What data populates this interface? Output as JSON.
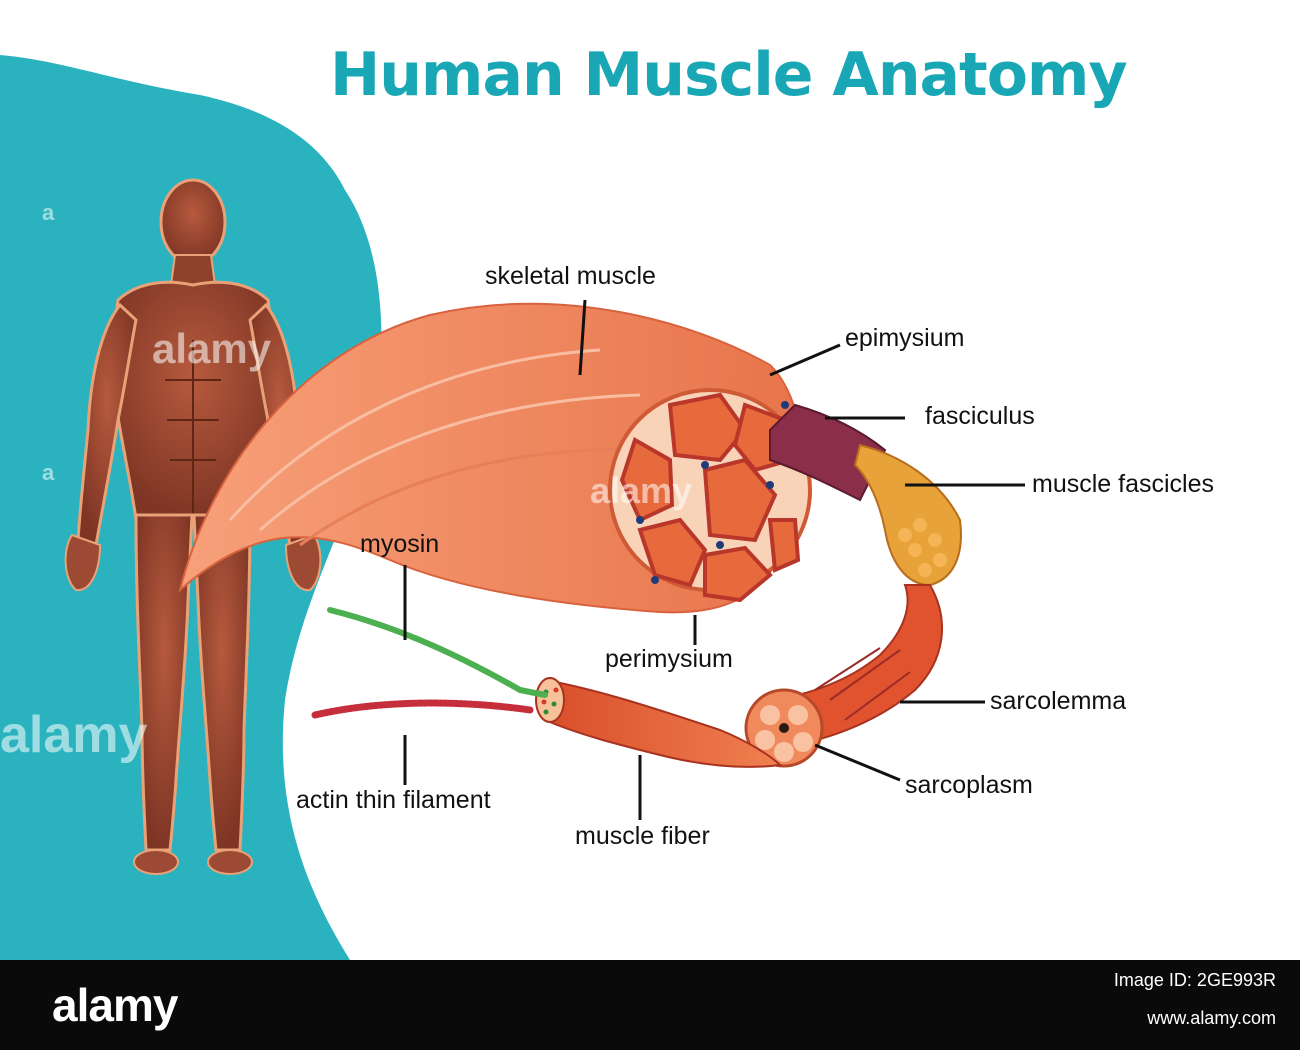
{
  "title": "Human Muscle Anatomy",
  "colors": {
    "accent_teal": "#19a7b6",
    "background_teal": "#2ab3bf",
    "muscle_orange": "#f08a5d",
    "body_muscle": "#9c4a33",
    "fasciculus_purple": "#8a2e4a",
    "footer_black": "#0a0a0a"
  },
  "labels": {
    "skeletal_muscle": "skeletal muscle",
    "epimysium": "epimysium",
    "fasciculus": "fasciculus",
    "muscle_fascicles": "muscle fascicles",
    "myosin": "myosin",
    "perimysium": "perimysium",
    "sarcolemma": "sarcolemma",
    "actin": "actin thin filament",
    "sarcoplasm": "sarcoplasm",
    "muscle_fiber": "muscle fiber"
  },
  "watermark": {
    "brand": "alamy",
    "letter": "a"
  },
  "footer": {
    "logo": "alamy",
    "image_id": "Image ID: 2GE993R",
    "site": "www.alamy.com"
  }
}
